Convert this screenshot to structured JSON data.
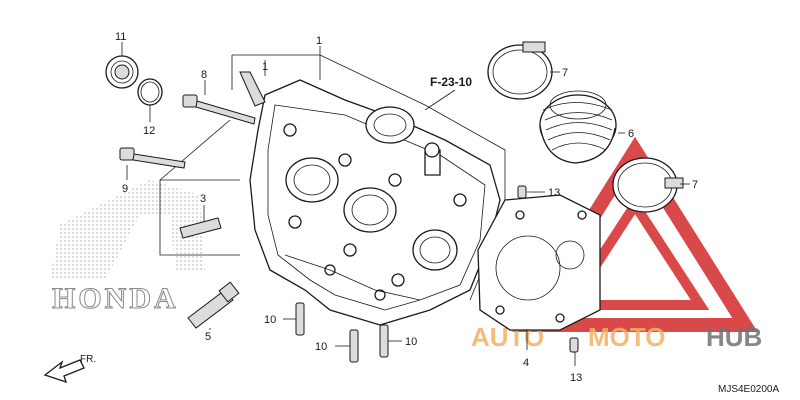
{
  "diagram": {
    "callouts": {
      "p1": "1",
      "p3": "3",
      "p4": "4",
      "p5": "5",
      "p6": "6",
      "p7a": "7",
      "p7b": "7",
      "p8": "8",
      "p9": "9",
      "p10a": "10",
      "p10b": "10",
      "p10c": "10",
      "p11": "11",
      "p12": "12",
      "p13a": "13",
      "p13b": "13"
    },
    "reference": "F-23-10",
    "front_indicator": "FR.",
    "drawing_code": "MJS4E0200A"
  },
  "logos": {
    "brand": "HONDA",
    "watermark_part1": "AUTO",
    "watermark_part2": "MOTO",
    "watermark_part3": "HUB"
  },
  "colors": {
    "line": "#1a1a1a",
    "watermark_red": "#d42a2a",
    "watermark_orange": "#f3a24a",
    "watermark_grey": "#555a5e"
  }
}
